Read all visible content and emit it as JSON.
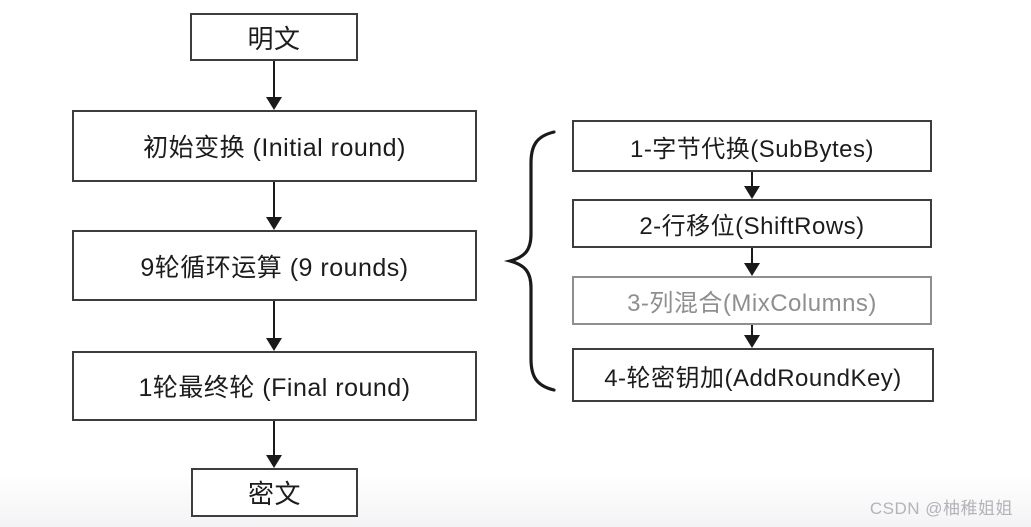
{
  "diagram": {
    "title_hint": "AES encryption round flow",
    "left_flow": {
      "nodes": [
        {
          "label": "明文"
        },
        {
          "label": "初始变换 (Initial round)"
        },
        {
          "label": "9轮循环运算 (9 rounds)"
        },
        {
          "label": "1轮最终轮 (Final round)"
        },
        {
          "label": "密文"
        }
      ]
    },
    "round_steps": {
      "nodes": [
        {
          "label": "1-字节代换(SubBytes)",
          "emphasis": "normal"
        },
        {
          "label": "2-行移位(ShiftRows)",
          "emphasis": "normal"
        },
        {
          "label": "3-列混合(MixColumns)",
          "emphasis": "muted"
        },
        {
          "label": "4-轮密钥加(AddRoundKey)",
          "emphasis": "normal"
        }
      ]
    },
    "watermark": "CSDN @柚稚姐姐",
    "colors": {
      "box_border": "#3d3d3d",
      "box_text": "#1c1c1c",
      "muted_gray": "#8f8f8f",
      "arrow": "#1a1a1a",
      "watermark": "#b3b3ba",
      "background": "#ffffff"
    }
  }
}
